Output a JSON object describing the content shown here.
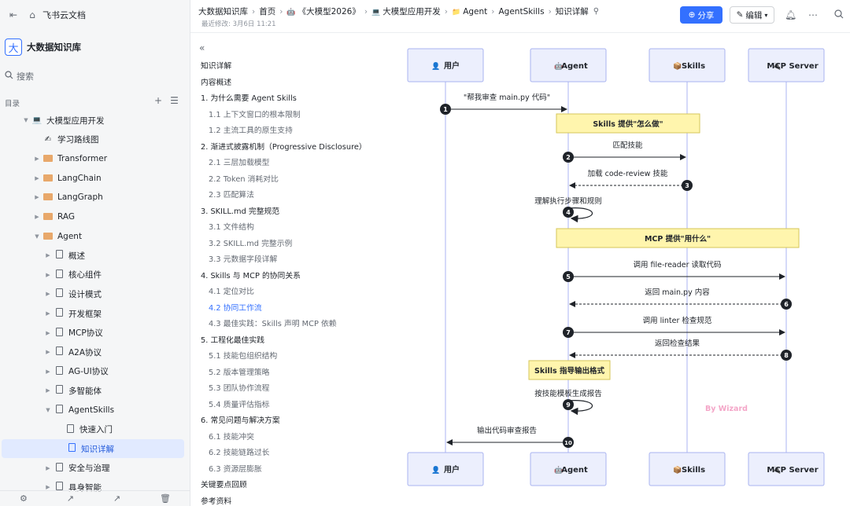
{
  "app": {
    "title": "飞书云文档"
  },
  "kb": {
    "logo": "大",
    "name": "大数据知识库"
  },
  "sidebar": {
    "search_label": "搜索",
    "toc_label": "目录",
    "tree": [
      {
        "label": "大模型应用开发",
        "level": 0,
        "type": "laptop",
        "caret": "▼"
      },
      {
        "label": "学习路线图",
        "level": 1,
        "type": "pen",
        "caret": ""
      },
      {
        "label": "Transformer",
        "level": 1,
        "type": "folder",
        "caret": "▶"
      },
      {
        "label": "LangChain",
        "level": 1,
        "type": "folder",
        "caret": "▶"
      },
      {
        "label": "LangGraph",
        "level": 1,
        "type": "folder",
        "caret": "▶"
      },
      {
        "label": "RAG",
        "level": 1,
        "type": "folder",
        "caret": "▶"
      },
      {
        "label": "Agent",
        "level": 1,
        "type": "folder",
        "caret": "▼"
      },
      {
        "label": "概述",
        "level": 2,
        "type": "doc",
        "caret": "▶"
      },
      {
        "label": "核心组件",
        "level": 2,
        "type": "doc",
        "caret": "▶"
      },
      {
        "label": "设计模式",
        "level": 2,
        "type": "doc",
        "caret": "▶"
      },
      {
        "label": "开发框架",
        "level": 2,
        "type": "doc",
        "caret": "▶"
      },
      {
        "label": "MCP协议",
        "level": 2,
        "type": "doc",
        "caret": "▶"
      },
      {
        "label": "A2A协议",
        "level": 2,
        "type": "doc",
        "caret": "▶"
      },
      {
        "label": "AG-UI协议",
        "level": 2,
        "type": "doc",
        "caret": "▶"
      },
      {
        "label": "多智能体",
        "level": 2,
        "type": "doc",
        "caret": "▶"
      },
      {
        "label": "AgentSkills",
        "level": 2,
        "type": "doc",
        "caret": "▼"
      },
      {
        "label": "快速入门",
        "level": 3,
        "type": "doc",
        "caret": ""
      },
      {
        "label": "知识详解",
        "level": 3,
        "type": "doc",
        "caret": "",
        "active": true
      },
      {
        "label": "安全与治理",
        "level": 2,
        "type": "doc",
        "caret": "▶"
      },
      {
        "label": "具身智能",
        "level": 2,
        "type": "doc",
        "caret": "▶"
      }
    ]
  },
  "header": {
    "crumbs": [
      {
        "label": "大数据知识库",
        "icon": ""
      },
      {
        "label": "首页",
        "icon": ""
      },
      {
        "label": "《大模型2026》",
        "icon": "🤖"
      },
      {
        "label": "大模型应用开发",
        "icon": "💻"
      },
      {
        "label": "Agent",
        "icon": "📁"
      },
      {
        "label": "AgentSkills",
        "icon": ""
      },
      {
        "label": "知识详解",
        "icon": ""
      }
    ],
    "meta": "最近修改: 3月6日 11:21",
    "share_label": "分享",
    "edit_label": "编辑"
  },
  "outline": {
    "items": [
      {
        "label": "知识详解",
        "level": 0
      },
      {
        "label": "内容概述",
        "level": 0
      },
      {
        "label": "1. 为什么需要 Agent Skills",
        "level": 0
      },
      {
        "label": "1.1 上下文窗口的根本限制",
        "level": 1
      },
      {
        "label": "1.2 主流工具的原生支持",
        "level": 1
      },
      {
        "label": "2. 渐进式披露机制（Progressive Disclosure）",
        "level": 0
      },
      {
        "label": "2.1 三层加载模型",
        "level": 1
      },
      {
        "label": "2.2 Token 消耗对比",
        "level": 1
      },
      {
        "label": "2.3 匹配算法",
        "level": 1
      },
      {
        "label": "3. SKILL.md 完整规范",
        "level": 0
      },
      {
        "label": "3.1 文件结构",
        "level": 1
      },
      {
        "label": "3.2 SKILL.md 完整示例",
        "level": 1
      },
      {
        "label": "3.3 元数据字段详解",
        "level": 1
      },
      {
        "label": "4. Skills 与 MCP 的协同关系",
        "level": 0
      },
      {
        "label": "4.1 定位对比",
        "level": 1
      },
      {
        "label": "4.2 协同工作流",
        "level": 1,
        "active": true
      },
      {
        "label": "4.3 最佳实践：Skills 声明 MCP 依赖",
        "level": 1
      },
      {
        "label": "5. 工程化最佳实践",
        "level": 0
      },
      {
        "label": "5.1 技能包组织结构",
        "level": 1
      },
      {
        "label": "5.2 版本管理策略",
        "level": 1
      },
      {
        "label": "5.3 团队协作流程",
        "level": 1
      },
      {
        "label": "5.4 质量评估指标",
        "level": 1
      },
      {
        "label": "6. 常见问题与解决方案",
        "level": 0
      },
      {
        "label": "6.1 技能冲突",
        "level": 1
      },
      {
        "label": "6.2 技能链路过长",
        "level": 1
      },
      {
        "label": "6.3 资源层膨胀",
        "level": 1
      },
      {
        "label": "关键要点回顾",
        "level": 0
      },
      {
        "label": "参考资料",
        "level": 0
      }
    ]
  },
  "diagram": {
    "participants": [
      {
        "label": "用户",
        "icon": "👤"
      },
      {
        "label": "Agent",
        "icon": "🤖"
      },
      {
        "label": "Skills",
        "icon": "📦"
      },
      {
        "label": "MCP Server",
        "icon": "🔌"
      }
    ],
    "notes": [
      {
        "text": "Skills 提供\"怎么做\""
      },
      {
        "text": "MCP 提供\"用什么\""
      },
      {
        "text": "Skills 指导输出格式"
      }
    ],
    "messages": [
      {
        "n": "1",
        "text": "\"帮我审查 main.py 代码\"",
        "from": 0,
        "to": 1,
        "dashed": false
      },
      {
        "n": "2",
        "text": "匹配技能",
        "from": 1,
        "to": 2,
        "dashed": false
      },
      {
        "n": "3",
        "text": "加载 code-review 技能",
        "from": 2,
        "to": 1,
        "dashed": true
      },
      {
        "n": "4",
        "text": "理解执行步骤和规则",
        "from": 1,
        "to": 1,
        "dashed": false
      },
      {
        "n": "5",
        "text": "调用 file-reader 读取代码",
        "from": 1,
        "to": 3,
        "dashed": false
      },
      {
        "n": "6",
        "text": "返回 main.py 内容",
        "from": 3,
        "to": 1,
        "dashed": true
      },
      {
        "n": "7",
        "text": "调用 linter 检查规范",
        "from": 1,
        "to": 3,
        "dashed": false
      },
      {
        "n": "8",
        "text": "返回检查结果",
        "from": 3,
        "to": 1,
        "dashed": true
      },
      {
        "n": "9",
        "text": "按技能模板生成报告",
        "from": 1,
        "to": 1,
        "dashed": false
      },
      {
        "n": "10",
        "text": "输出代码审查报告",
        "from": 1,
        "to": 0,
        "dashed": false
      }
    ],
    "watermark": "By Wizard",
    "colors": {
      "participant_fill": "#eceffd",
      "participant_border": "#a9b3f0",
      "note_fill": "#fff5ad",
      "note_border": "#d6c65a",
      "watermark": "#f4a6c8"
    }
  }
}
